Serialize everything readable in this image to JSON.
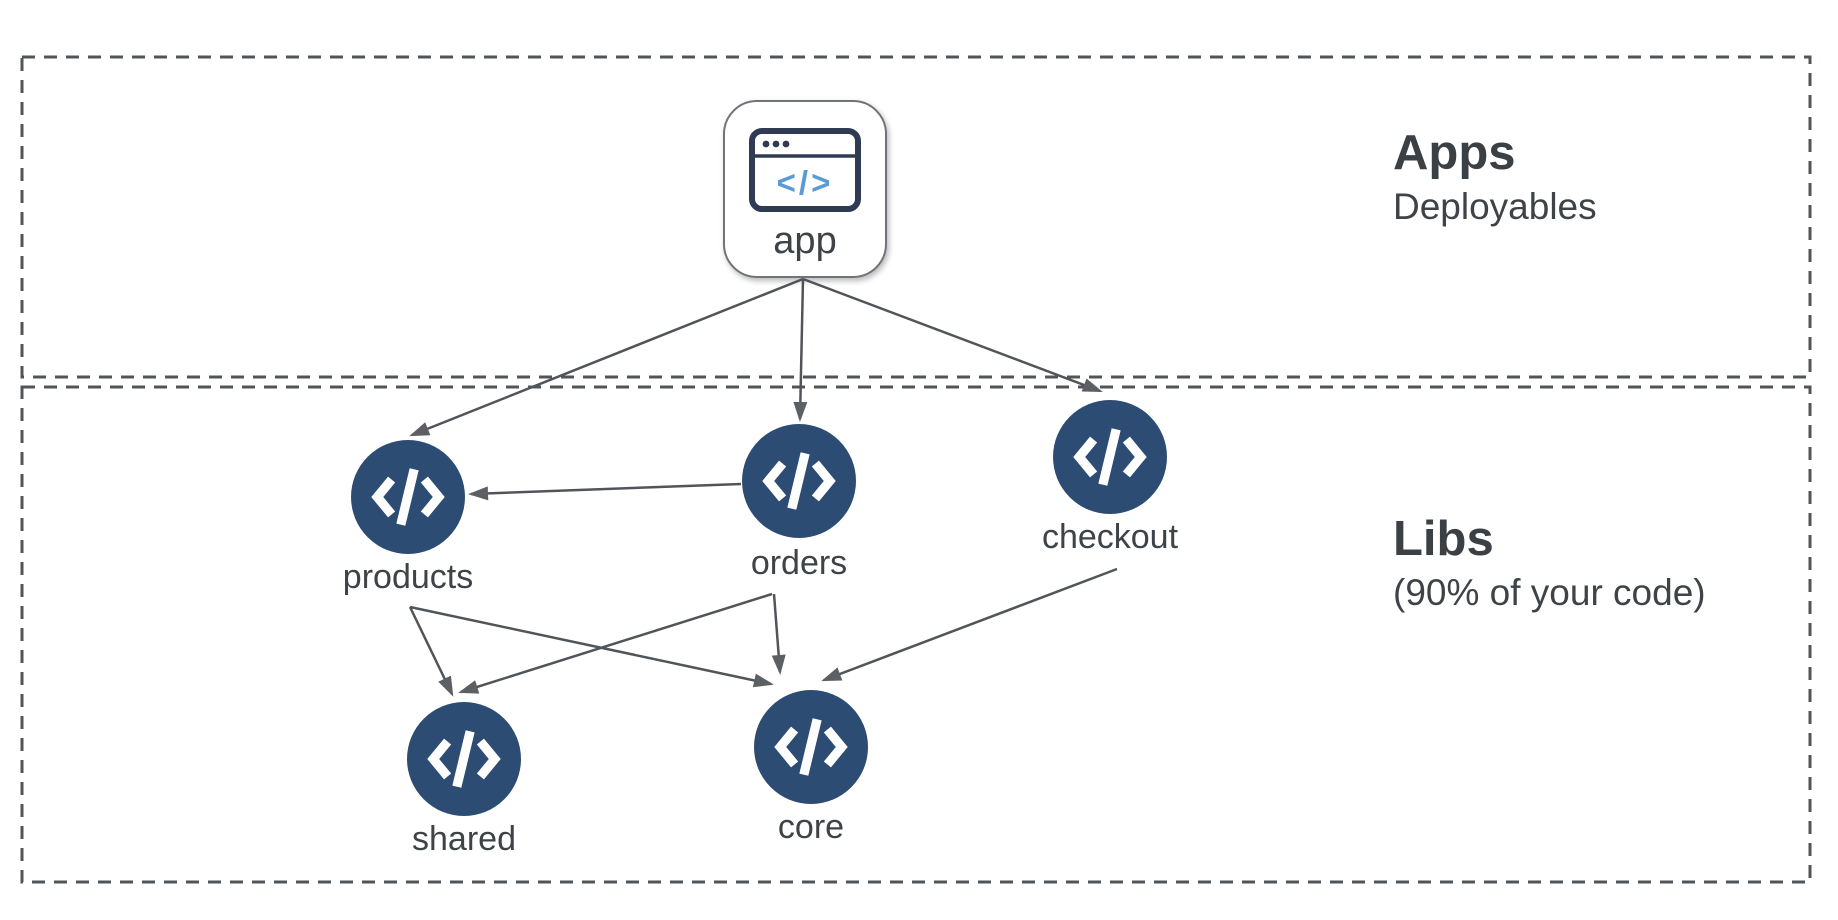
{
  "diagram": {
    "sections": [
      {
        "id": "apps",
        "title": "Apps",
        "subtitle": "Deployables"
      },
      {
        "id": "libs",
        "title": "Libs",
        "subtitle": "(90% of your code)"
      }
    ],
    "app_node": {
      "label": "app",
      "glyph": "</>",
      "icon": "browser-code-icon"
    },
    "lib_nodes": [
      {
        "label": "products",
        "icon": "code-icon"
      },
      {
        "label": "orders",
        "icon": "code-icon"
      },
      {
        "label": "checkout",
        "icon": "code-icon"
      },
      {
        "label": "shared",
        "icon": "code-icon"
      },
      {
        "label": "core",
        "icon": "code-icon"
      }
    ],
    "edges": [
      {
        "from": "app",
        "to": "products"
      },
      {
        "from": "app",
        "to": "orders"
      },
      {
        "from": "app",
        "to": "checkout"
      },
      {
        "from": "orders",
        "to": "products"
      },
      {
        "from": "products",
        "to": "shared"
      },
      {
        "from": "products",
        "to": "core"
      },
      {
        "from": "orders",
        "to": "shared"
      },
      {
        "from": "orders",
        "to": "core"
      },
      {
        "from": "checkout",
        "to": "core"
      }
    ]
  },
  "colors": {
    "node_fill": "#2d4c74",
    "node_glyph": "#ffffff",
    "arrow": "#515559",
    "arrowhead": "#5c6064",
    "dashed_border": "#515458",
    "text": "#3e4347",
    "browser_icon_stroke": "#2e3b52",
    "code_blue": "#5b9bd5",
    "background": "#ffffff"
  }
}
